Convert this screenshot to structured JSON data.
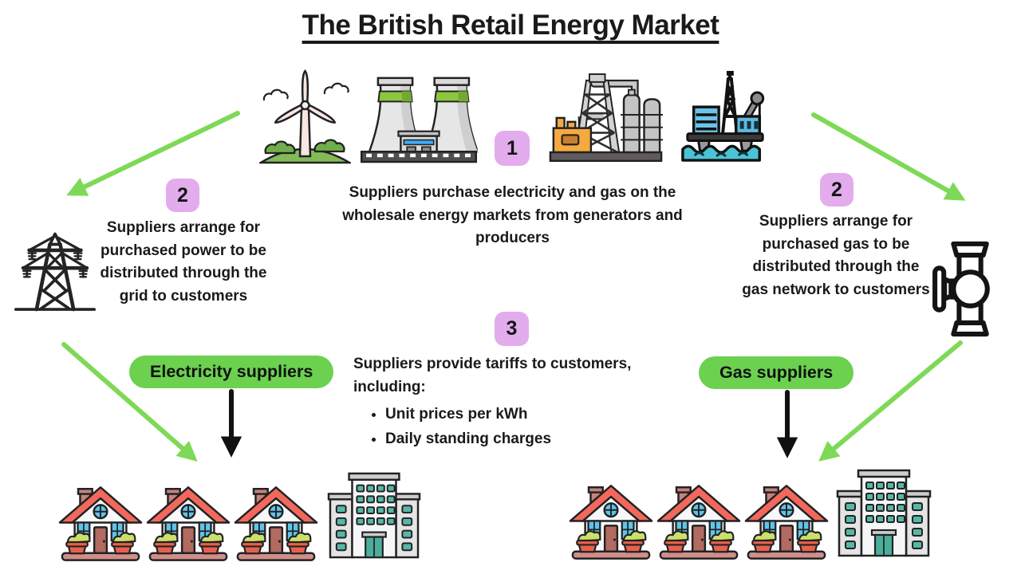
{
  "title": "The British Retail Energy Market",
  "steps": {
    "purchase": {
      "number": "1",
      "text": "Suppliers purchase electricity and gas on the wholesale energy markets from generators and producers"
    },
    "electricity_distribution": {
      "number": "2",
      "text": "Suppliers arrange for purchased power to be distributed through the grid to customers"
    },
    "gas_distribution": {
      "number": "2",
      "text": "Suppliers arrange for purchased gas to be distributed through the gas network to customers"
    },
    "tariffs": {
      "number": "3",
      "intro": "Suppliers provide tariffs to customers, including:",
      "bullets": [
        "Unit prices per kWh",
        "Daily standing charges"
      ]
    }
  },
  "labels": {
    "electricity_pill": "Electricity suppliers",
    "gas_pill": "Gas suppliers"
  },
  "icons": {
    "generators": [
      "wind-turbine-icon",
      "nuclear-cooling-towers-icon",
      "refinery-icon",
      "offshore-oil-rig-icon"
    ],
    "electricity_network": "electricity-pylon-icon",
    "gas_network": "gas-valve-icon",
    "electricity_customers": [
      "house-icon",
      "house-icon",
      "house-icon",
      "office-building-icon"
    ],
    "gas_customers": [
      "house-icon",
      "house-icon",
      "house-icon",
      "office-building-icon"
    ]
  },
  "colors": {
    "arrow_green": "#7ed957",
    "pill_green": "#6bd14f",
    "badge_purple": "#e3aced",
    "ink": "#1a1a1a"
  }
}
